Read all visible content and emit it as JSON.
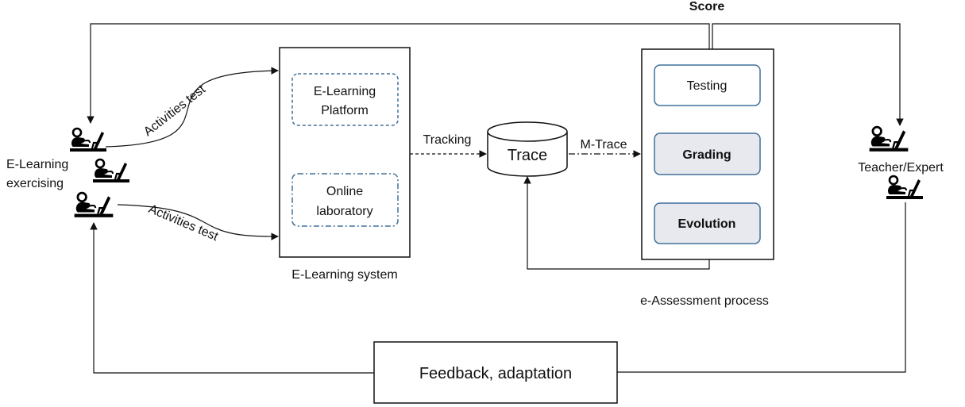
{
  "labels": {
    "score": "Score",
    "activities_top": "Activities test",
    "activities_bottom": "Activities test",
    "elearning_line1": "E-Learning",
    "elearning_line2": "exercising",
    "platform_line1": "E-Learning",
    "platform_line2": "Platform",
    "lab_line1": "Online",
    "lab_line2": "laboratory",
    "system_caption": "E-Learning system",
    "tracking": "Tracking",
    "trace": "Trace",
    "mtrace": "M-Trace",
    "testing": "Testing",
    "grading": "Grading",
    "evolution": "Evolution",
    "assessment_caption": "e-Assessment process",
    "teacher": "Teacher/Expert",
    "feedback": "Feedback, adaptation"
  },
  "icons": {
    "learner": "person-at-desk-icon",
    "teacher": "person-at-desk-icon"
  },
  "colors": {
    "dashed_box_border": "#41719c",
    "process_box_border": "#41719c",
    "process_box_fill_highlight": "#e7e9ee",
    "line": "#111111"
  }
}
